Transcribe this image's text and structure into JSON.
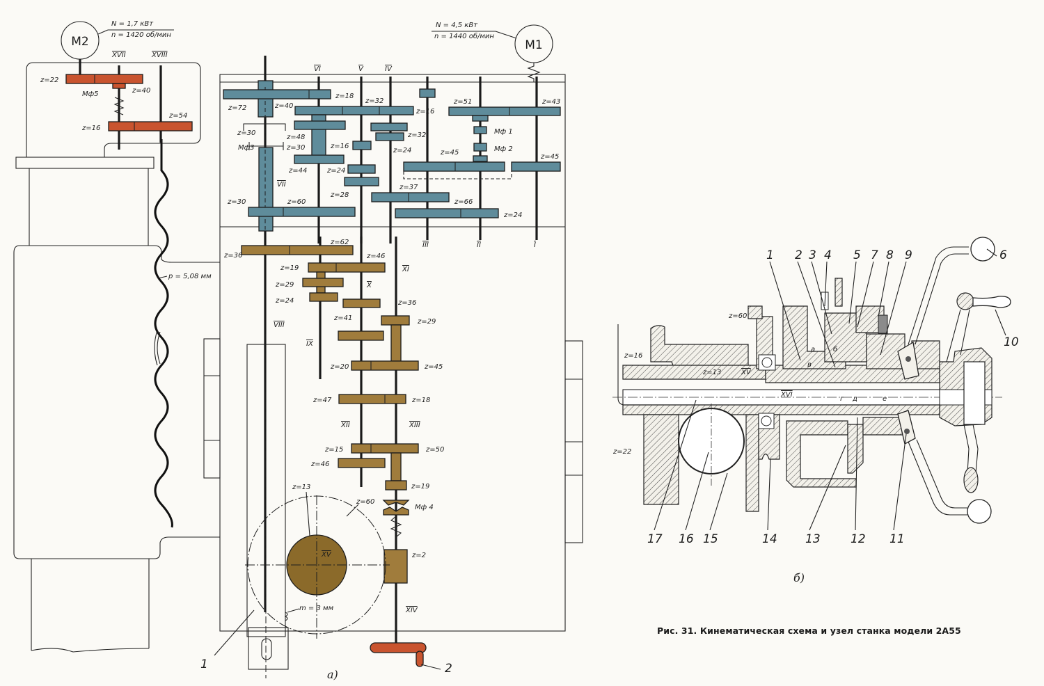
{
  "figure": {
    "caption": "Рис. 31. Кинематическая схема и узел станка модели 2А55",
    "subfigure_a_label": "а)",
    "subfigure_b_label": "б)"
  },
  "colors": {
    "speed_box_gear": "#5f8c9b",
    "feed_box_gear": "#a07c3c",
    "lift_drive_gear": "#c9542f",
    "worm_wheel": "#8b6a2a",
    "line": "#1d1d1d",
    "background": "#fbfaf6"
  },
  "motors": [
    {
      "id": "M2",
      "label": "M2",
      "power": "N = 1,7 кВт",
      "speed": "n = 1420 об/мин"
    },
    {
      "id": "M1",
      "label": "M1",
      "power": "N = 4,5 кВт",
      "speed": "n = 1440 об/мин"
    }
  ],
  "shafts": {
    "I": "I",
    "II": "II",
    "III": "III",
    "IV": "IV",
    "V": "V",
    "VI": "VI",
    "VII": "VII",
    "VIII": "VIII",
    "IX": "IX",
    "X": "X",
    "XI": "XI",
    "XII": "XII",
    "XIII": "XIII",
    "XIV": "XIV",
    "XV": "XV",
    "XVI": "XVI",
    "XVII": "XVII",
    "XVIII": "XVIII"
  },
  "clutches": {
    "mf1": "Мф 1",
    "mf2": "Мф 2",
    "mf3": "Мф3",
    "mf4": "Мф 4",
    "mf5": "Мф5"
  },
  "lift_drive_gears": [
    "z=22",
    "z=40",
    "z=16",
    "z=54"
  ],
  "speed_box_gears": [
    "z=72",
    "z=18",
    "z=40",
    "z=32",
    "z=16",
    "z=30",
    "z=48",
    "z=30",
    "z=16",
    "z=32",
    "z=24",
    "z=44",
    "z=24",
    "z=28",
    "z=45",
    "z=51",
    "z=43",
    "z=45",
    "z=37",
    "z=30",
    "z=60",
    "z=66",
    "z=24"
  ],
  "feed_box_gears": [
    "z=36",
    "z=62",
    "z=19",
    "z=46",
    "z=29",
    "z=24",
    "z=36",
    "z=41",
    "z=29",
    "z=20",
    "z=45",
    "z=47",
    "z=18",
    "z=15",
    "z=50",
    "z=46",
    "z=19",
    "z=2"
  ],
  "worm_gear": {
    "wheel": "z=60",
    "pinion": "z=13",
    "module": "m = 3 мм"
  },
  "column_screw": {
    "pitch": "p = 5,08 мм"
  },
  "part_labels_a": [
    "1",
    "2"
  ],
  "section_view": {
    "top_labels": [
      "1",
      "2",
      "3",
      "4",
      "5",
      "7",
      "8",
      "9",
      "6",
      "10"
    ],
    "bottom_labels": [
      "17",
      "16",
      "15",
      "14",
      "13",
      "12",
      "11"
    ],
    "letters": [
      "а",
      "б",
      "в",
      "г",
      "д",
      "е"
    ],
    "gears": [
      "z=60",
      "z=16",
      "z=13",
      "z=22"
    ],
    "shafts": [
      "XV",
      "XVI"
    ]
  }
}
